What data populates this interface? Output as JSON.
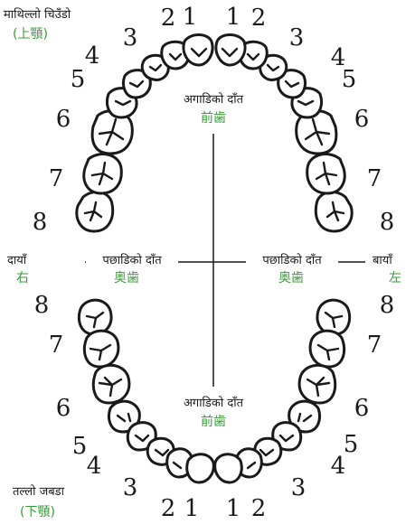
{
  "labels": {
    "upper_jaw_np": "माथिल्लो चिउँडो",
    "upper_jaw_cn": "(上顎)",
    "lower_jaw_np": "तल्लो जबडा",
    "lower_jaw_cn": "(下顎)",
    "front_teeth_np": "अगाडिको दाँत",
    "front_teeth_cn": "前歯",
    "back_teeth_np": "पछाडिको दाँत",
    "back_teeth_cn": "奥歯",
    "right_np": "दायाँ",
    "right_cn": "右",
    "left_np": "बायाँ",
    "left_cn": "左"
  },
  "tooth_numbers": [
    "1",
    "2",
    "3",
    "4",
    "5",
    "6",
    "7",
    "8"
  ],
  "colors": {
    "chinese_label": "#3a9a3a",
    "line": "#1a1a1a",
    "background": "#ffffff"
  }
}
